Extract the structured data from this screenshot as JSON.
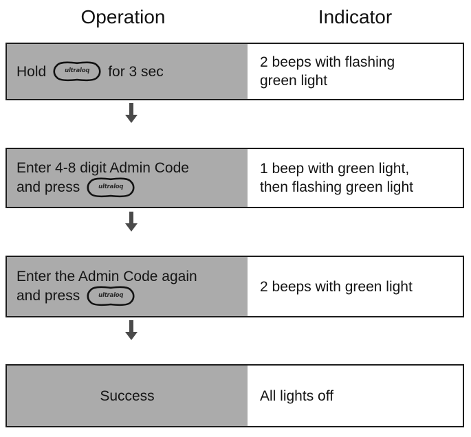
{
  "header": {
    "operation": "Operation",
    "indicator": "Indicator"
  },
  "logo": {
    "name": "ultraloq-logo-button",
    "text": "ultraloq"
  },
  "colors": {
    "operation_cell_bg": "#ababab",
    "indicator_cell_bg": "#ffffff",
    "border": "#1c1c1c",
    "arrow": "#4a4a4a",
    "text": "#141414"
  },
  "rows": [
    {
      "operation": {
        "prefix": "Hold",
        "has_logo": true,
        "suffix": "for 3 sec",
        "align": "left"
      },
      "indicator": "2 beeps with flashing\ngreen light"
    },
    {
      "operation": {
        "line1": "Enter 4-8 digit Admin Code",
        "prefix": "and press",
        "has_logo": true,
        "suffix": "",
        "align": "left"
      },
      "indicator": "1 beep with green light,\nthen flashing green light"
    },
    {
      "operation": {
        "line1": "Enter the Admin Code again",
        "prefix": "and press",
        "has_logo": true,
        "suffix": "",
        "align": "left"
      },
      "indicator": "2 beeps with green light"
    },
    {
      "operation": {
        "prefix": "Success",
        "has_logo": false,
        "suffix": "",
        "align": "center"
      },
      "indicator": "All lights off"
    }
  ],
  "arrows": [
    {
      "name": "flow-arrow-1"
    },
    {
      "name": "flow-arrow-2"
    },
    {
      "name": "flow-arrow-3"
    }
  ]
}
